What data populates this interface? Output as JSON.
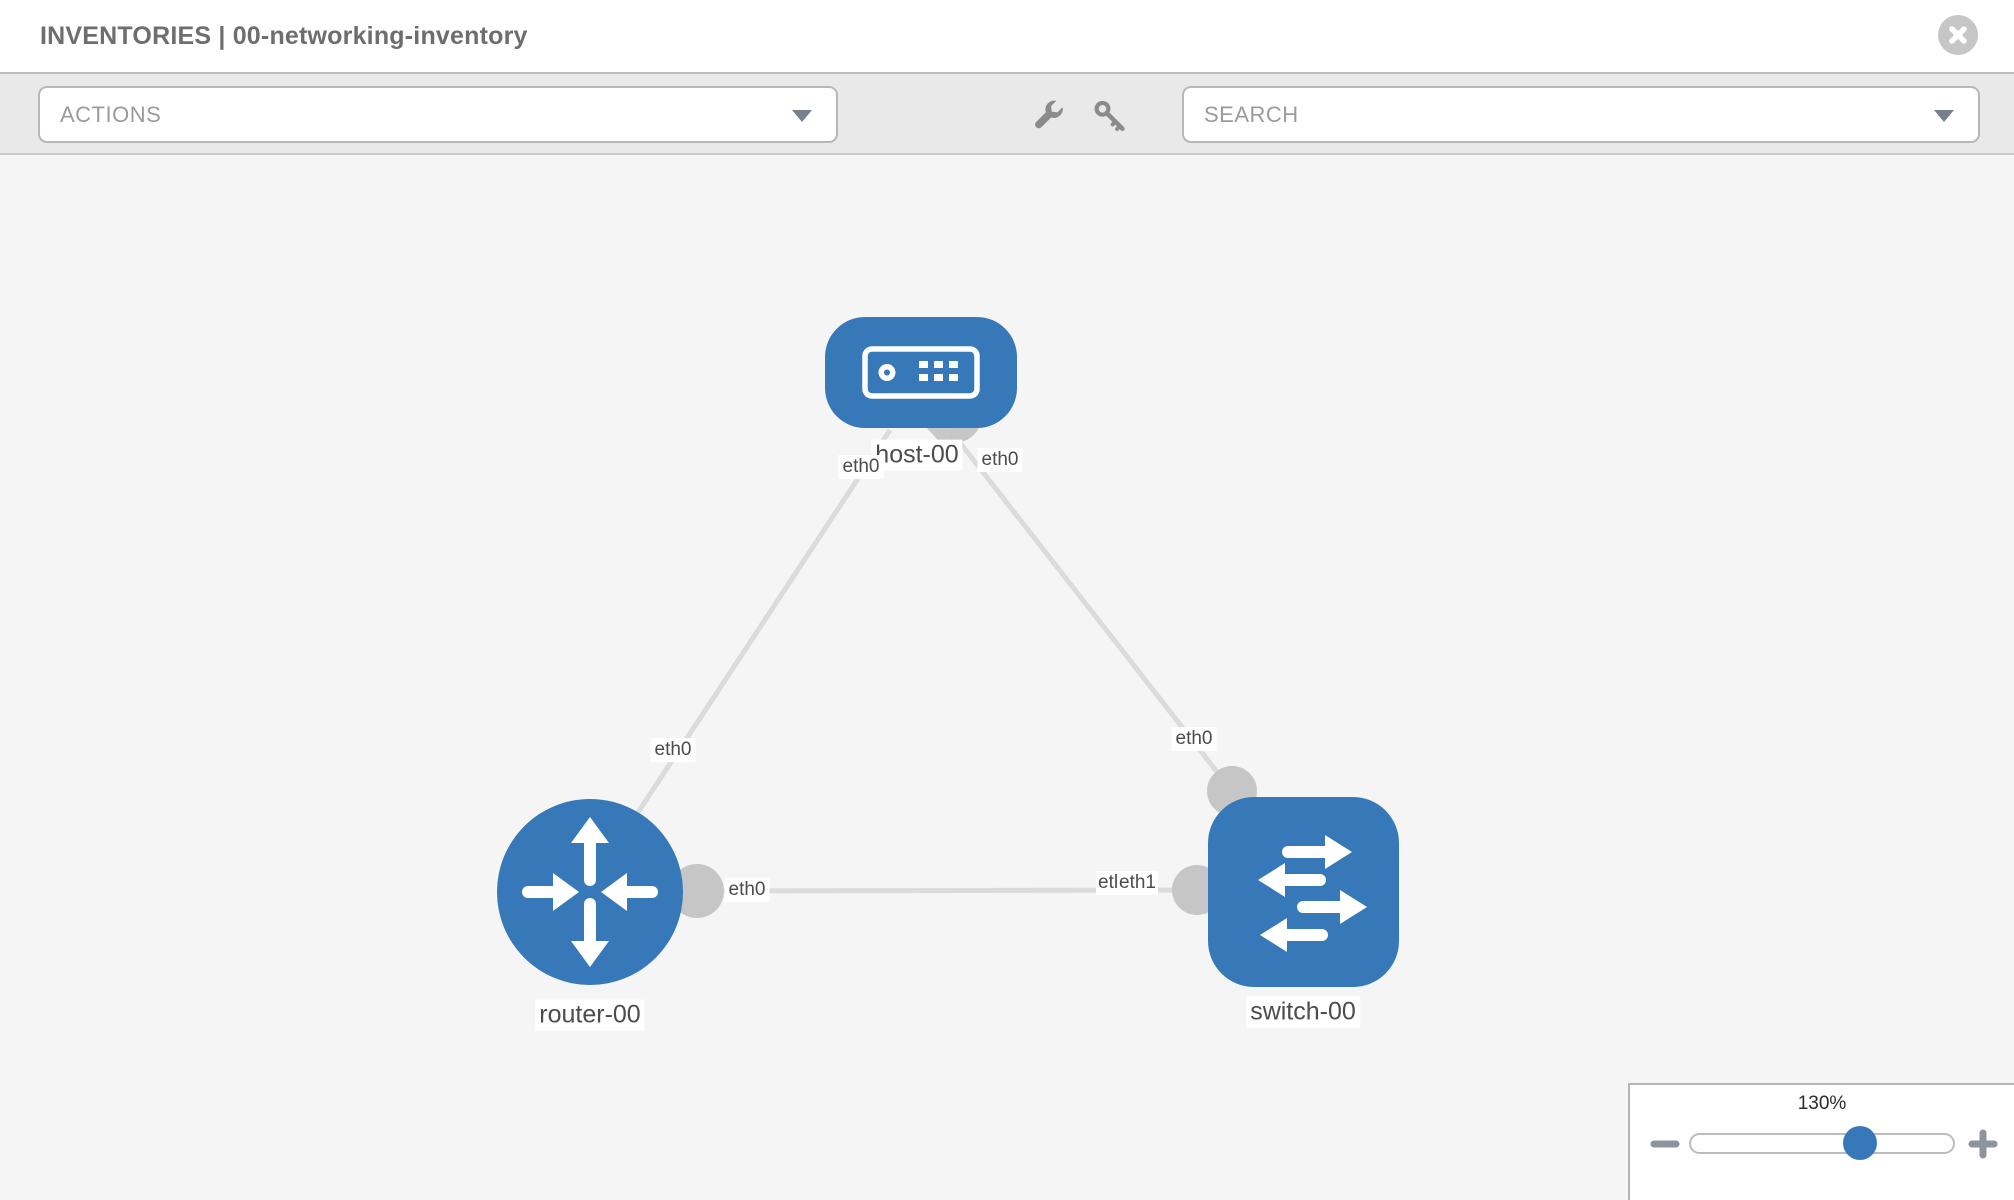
{
  "header": {
    "title": "INVENTORIES | 00-networking-inventory"
  },
  "toolbar": {
    "actions_label": "ACTIONS",
    "search_label": "SEARCH"
  },
  "diagram": {
    "nodes": {
      "host": {
        "label": "host-00",
        "type": "host",
        "shape": "rounded-rect",
        "color": "#3779b8"
      },
      "router": {
        "label": "router-00",
        "type": "router",
        "shape": "circle",
        "color": "#3779b8"
      },
      "switch": {
        "label": "switch-00",
        "type": "switch",
        "shape": "rounded-square",
        "color": "#3779b8"
      }
    },
    "links": [
      {
        "from": "router-00",
        "to": "host-00",
        "from_interface": "eth0",
        "to_interface": "eth0"
      },
      {
        "from": "switch-00",
        "to": "host-00",
        "from_interface": "eth0",
        "to_interface": "eth0"
      },
      {
        "from": "router-00",
        "to": "switch-00",
        "from_interface": "eth0",
        "to_interface": "eth1"
      }
    ],
    "interfaces": {
      "host_to_router": "eth0",
      "host_to_switch": "eth0",
      "router_to_host": "eth0",
      "router_to_switch": "eth0",
      "switch_to_host": "eth0",
      "switch_to_router_under": "eth0",
      "switch_to_router": "eth1"
    }
  },
  "zoom_control": {
    "level": "130%"
  },
  "icons": {
    "close": "circle-x",
    "wrench": "wrench",
    "key": "key",
    "actions_caret": "chevron-down",
    "search_caret": "chevron-down",
    "zoom_out": "minus",
    "zoom_in": "plus"
  },
  "colors": {
    "node_blue": "#3779b8",
    "link_gray": "#dbdbdb",
    "interface_gray": "#c6c6c6",
    "canvas_bg": "#f5f5f5",
    "toolbar_bg": "#e9e9e9",
    "label_text": "#4c4c4c"
  }
}
